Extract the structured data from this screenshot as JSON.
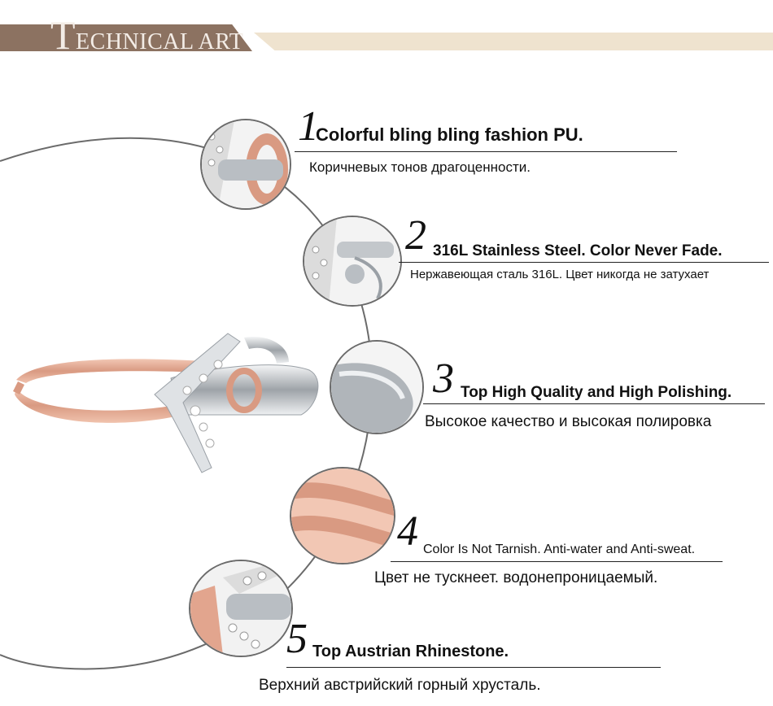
{
  "banner": {
    "title_initial": "T",
    "title_rest": "ECHNICAL ART"
  },
  "features": [
    {
      "number": "1",
      "title": "Colorful bling bling fashion PU.",
      "subtitle": "Коричневых тонов драгоценности."
    },
    {
      "number": "2",
      "title": "316L Stainless Steel. Color Never Fade.",
      "subtitle": "Нержавеющая сталь 316L. Цвет никогда не затухает"
    },
    {
      "number": "3",
      "title": "Top High Quality and High Polishing.",
      "subtitle": "Высокое качество и высокая полировка"
    },
    {
      "number": "4",
      "title": "Color Is Not Tarnish.  Anti-water and Anti-sweat.",
      "subtitle": "Цвет не тускнеет. водонепроницаемый."
    },
    {
      "number": "5",
      "title": "Top Austrian Rhinestone.",
      "subtitle": "Верхний австрийский горный хрусталь."
    }
  ],
  "colors": {
    "banner_dark": "#8c7261",
    "banner_light": "#efe3cf",
    "leather": "#e2a58e",
    "steel": "#c8ccd0"
  }
}
